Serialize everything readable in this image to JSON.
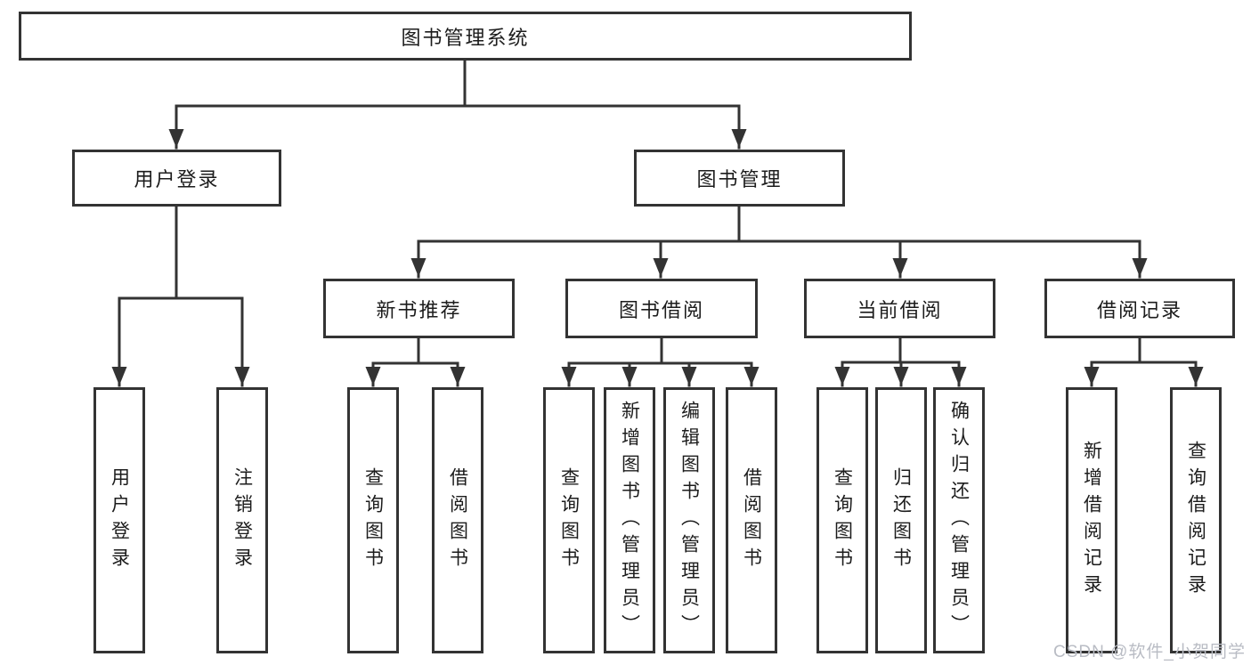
{
  "diagram": {
    "root": {
      "label": "图书管理系统"
    },
    "branches": [
      {
        "label": "用户登录",
        "children": [
          {
            "label": "用户登录"
          },
          {
            "label": "注销登录"
          }
        ]
      },
      {
        "label": "图书管理",
        "children": [
          {
            "label": "新书推荐",
            "children": [
              {
                "label": "查询图书"
              },
              {
                "label": "借阅图书"
              }
            ]
          },
          {
            "label": "图书借阅",
            "children": [
              {
                "label": "查询图书"
              },
              {
                "label": "新增图书（管理员）"
              },
              {
                "label": "编辑图书（管理员）"
              },
              {
                "label": "借阅图书"
              }
            ]
          },
          {
            "label": "当前借阅",
            "children": [
              {
                "label": "查询图书"
              },
              {
                "label": "归还图书"
              },
              {
                "label": "确认归还（管理员）"
              }
            ]
          },
          {
            "label": "借阅记录",
            "children": [
              {
                "label": "新增借阅记录"
              },
              {
                "label": "查询借阅记录"
              }
            ]
          }
        ]
      }
    ],
    "watermark": "CSDN @软件_小贺同学",
    "colors": {
      "line": "#333333",
      "text": "#1c1c1c",
      "background": "#ffffff",
      "watermark": "#b9bcc4"
    }
  }
}
